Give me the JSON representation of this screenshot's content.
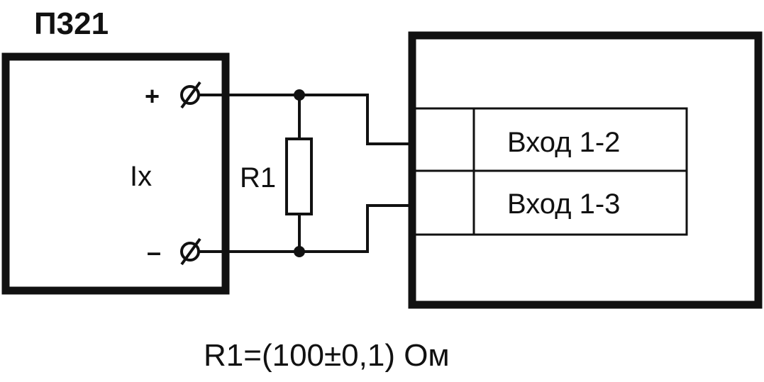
{
  "device": {
    "title": "П321",
    "signal_label": "Ix",
    "plus_label": "+",
    "minus_label": "–"
  },
  "resistor": {
    "label": "R1"
  },
  "receiver": {
    "input_1": "Вход 1-2",
    "input_2": "Вход 1-3"
  },
  "note": "R1=(100±0,1) Ом",
  "colors": {
    "line": "#111111",
    "background": "#ffffff"
  }
}
